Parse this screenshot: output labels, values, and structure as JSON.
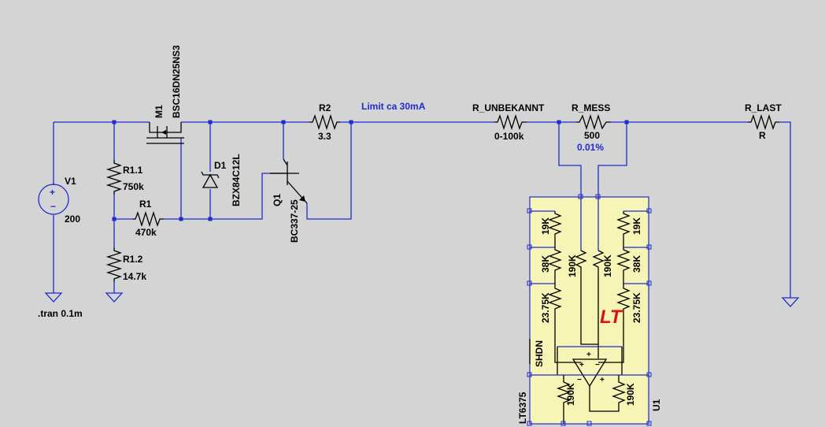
{
  "labels": {
    "v1_name": "V1",
    "v1_value": "200",
    "tran": ".tran 0.1m",
    "m1_name": "M1",
    "m1_value": "BSC16DN25NS3",
    "r11_name": "R1.1",
    "r11_value": "750k",
    "r1_name": "R1",
    "r1_value": "470k",
    "r12_name": "R1.2",
    "r12_value": "14.7k",
    "d1_name": "D1",
    "d1_value": "BZX84C12L",
    "q1_name": "Q1",
    "q1_value": "BC337-25",
    "r2_name": "R2",
    "r2_value": "3.3",
    "limit_note": "Limit ca 30mA",
    "runbek_name": "R_UNBEKANNT",
    "runbek_value": "0-100k",
    "rmess_name": "R_MESS",
    "rmess_value": "500",
    "rmess_tol": "0.01%",
    "rlast_name": "R_LAST",
    "rlast_value": "R",
    "u1_name": "U1",
    "u1_part": "LT6375",
    "shdn": "SHDN",
    "r19k_l": "19K",
    "r38k_l": "38K",
    "r2375_l": "23.75K",
    "r190k_il": "190K",
    "r190k_ir": "190K",
    "r19k_r": "19K",
    "r38k_r": "38K",
    "r2375_r": "23.75K",
    "r190k_bl": "190K",
    "r190k_br": "190K",
    "lt_logo": "LT"
  },
  "colors": {
    "background": "#d4d4d4",
    "wire": "#1e2bd0",
    "component": "#000000",
    "ic_fill": "#f7f5b6",
    "logo": "#e01010"
  }
}
